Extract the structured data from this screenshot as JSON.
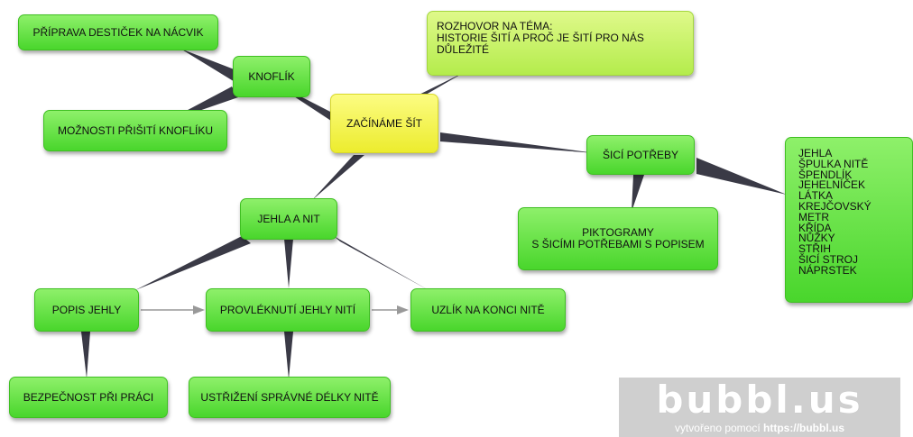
{
  "nodes": {
    "center": "ZAČÍNÁME ŠÍT",
    "knoflik": "KNOFLÍK",
    "priprava": "PŘÍPRAVA DESTIČEK NA NÁCVIK",
    "moznosti": "MOŽNOSTI PŘIŠITÍ KNOFLÍKU",
    "rozhovor": "ROZHOVOR NA TÉMA:\nHISTORIE ŠITÍ A PROČ JE ŠITÍ PRO NÁS DŮLEŽITÉ",
    "sici_potreby": "ŠICÍ POTŘEBY",
    "potreby_list": "JEHLA\nŠPULKA NITĚ\nŠPENDLÍK\nJEHELNÍČEK\nLÁTKA\nKREJČOVSKÝ METR\nKŘÍDA\nNŮŽKY\nSTŘIH\nŠICÍ STROJ\nNÁPRSTEK",
    "piktogramy": "PIKTOGRAMY\nS ŠICÍMI POTŘEBAMI S POPISEM",
    "jehla_a_nit": "JEHLA A NIT",
    "popis_jehly": "POPIS JEHLY",
    "provlekunti": "PROVLÉKNUTÍ JEHLY NITÍ",
    "uzlik": "UZLÍK NA KONCI NITĚ",
    "bezpecnost": "BEZPEČNOST PŘI PRÁCI",
    "ustrizeni": "USTŘIŽENÍ SPRÁVNÉ DÉLKY NITĚ"
  },
  "watermark": {
    "logo": "bubbl.us",
    "caption_prefix": "vytvořeno pomocí",
    "caption_url": "https://bubbl.us"
  },
  "colors": {
    "node_green": "#5ad93a",
    "node_lime": "#c5f265",
    "node_center": "#f2f24a",
    "connector": "#3a3a46",
    "arrow": "#999999"
  }
}
